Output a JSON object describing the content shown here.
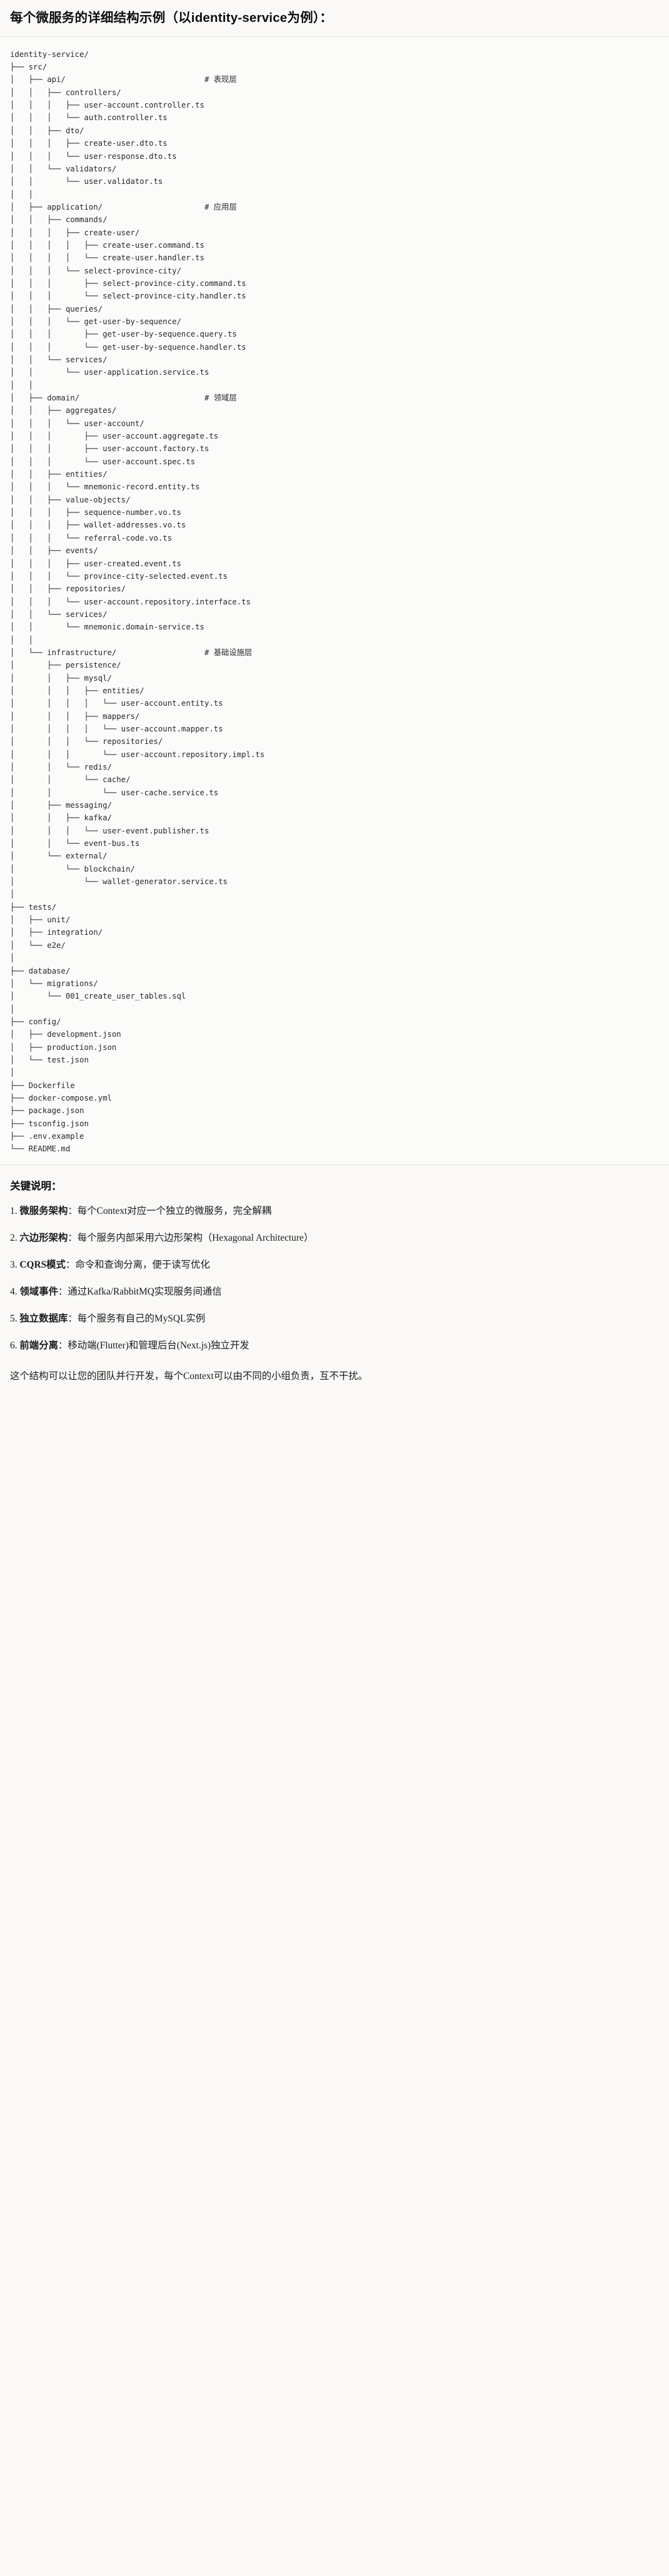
{
  "header": {
    "title": "每个微服务的详细结构示例（以identity-service为例）："
  },
  "tree": {
    "root": "identity-service/",
    "text": "identity-service/\n├── src/\n│   ├── api/                              # 表现层\n│   │   ├── controllers/\n│   │   │   ├── user-account.controller.ts\n│   │   │   └── auth.controller.ts\n│   │   ├── dto/\n│   │   │   ├── create-user.dto.ts\n│   │   │   └── user-response.dto.ts\n│   │   └── validators/\n│   │       └── user.validator.ts\n│   │\n│   ├── application/                      # 应用层\n│   │   ├── commands/\n│   │   │   ├── create-user/\n│   │   │   │   ├── create-user.command.ts\n│   │   │   │   └── create-user.handler.ts\n│   │   │   └── select-province-city/\n│   │   │       ├── select-province-city.command.ts\n│   │   │       └── select-province-city.handler.ts\n│   │   ├── queries/\n│   │   │   └── get-user-by-sequence/\n│   │   │       ├── get-user-by-sequence.query.ts\n│   │   │       └── get-user-by-sequence.handler.ts\n│   │   └── services/\n│   │       └── user-application.service.ts\n│   │\n│   ├── domain/                           # 领域层\n│   │   ├── aggregates/\n│   │   │   └── user-account/\n│   │   │       ├── user-account.aggregate.ts\n│   │   │       ├── user-account.factory.ts\n│   │   │       └── user-account.spec.ts\n│   │   ├── entities/\n│   │   │   └── mnemonic-record.entity.ts\n│   │   ├── value-objects/\n│   │   │   ├── sequence-number.vo.ts\n│   │   │   ├── wallet-addresses.vo.ts\n│   │   │   └── referral-code.vo.ts\n│   │   ├── events/\n│   │   │   ├── user-created.event.ts\n│   │   │   └── province-city-selected.event.ts\n│   │   ├── repositories/\n│   │   │   └── user-account.repository.interface.ts\n│   │   └── services/\n│   │       └── mnemonic.domain-service.ts\n│   │\n│   └── infrastructure/                   # 基础设施层\n│       ├── persistence/\n│       │   ├── mysql/\n│       │   │   ├── entities/\n│       │   │   │   └── user-account.entity.ts\n│       │   │   ├── mappers/\n│       │   │   │   └── user-account.mapper.ts\n│       │   │   └── repositories/\n│       │   │       └── user-account.repository.impl.ts\n│       │   └── redis/\n│       │       └── cache/\n│       │           └── user-cache.service.ts\n│       ├── messaging/\n│       │   ├── kafka/\n│       │   │   └── user-event.publisher.ts\n│       │   └── event-bus.ts\n│       └── external/\n│           └── blockchain/\n│               └── wallet-generator.service.ts\n│\n├── tests/\n│   ├── unit/\n│   ├── integration/\n│   └── e2e/\n│\n├── database/\n│   └── migrations/\n│       └── 001_create_user_tables.sql\n│\n├── config/\n│   ├── development.json\n│   ├── production.json\n│   └── test.json\n│\n├── Dockerfile\n├── docker-compose.yml\n├── package.json\n├── tsconfig.json\n├── .env.example\n└── README.md",
    "layer_comments": [
      {
        "path": "api/",
        "comment": "# 表现层"
      },
      {
        "path": "application/",
        "comment": "# 应用层"
      },
      {
        "path": "domain/",
        "comment": "# 领域层"
      },
      {
        "path": "infrastructure/",
        "comment": "# 基础设施层"
      }
    ],
    "nodes": [
      "identity-service/",
      "src/",
      "api/",
      "controllers/",
      "user-account.controller.ts",
      "auth.controller.ts",
      "dto/",
      "create-user.dto.ts",
      "user-response.dto.ts",
      "validators/",
      "user.validator.ts",
      "application/",
      "commands/",
      "create-user/",
      "create-user.command.ts",
      "create-user.handler.ts",
      "select-province-city/",
      "select-province-city.command.ts",
      "select-province-city.handler.ts",
      "queries/",
      "get-user-by-sequence/",
      "get-user-by-sequence.query.ts",
      "get-user-by-sequence.handler.ts",
      "services/",
      "user-application.service.ts",
      "domain/",
      "aggregates/",
      "user-account/",
      "user-account.aggregate.ts",
      "user-account.factory.ts",
      "user-account.spec.ts",
      "entities/",
      "mnemonic-record.entity.ts",
      "value-objects/",
      "sequence-number.vo.ts",
      "wallet-addresses.vo.ts",
      "referral-code.vo.ts",
      "events/",
      "user-created.event.ts",
      "province-city-selected.event.ts",
      "repositories/",
      "user-account.repository.interface.ts",
      "services/",
      "mnemonic.domain-service.ts",
      "infrastructure/",
      "persistence/",
      "mysql/",
      "entities/",
      "user-account.entity.ts",
      "mappers/",
      "user-account.mapper.ts",
      "repositories/",
      "user-account.repository.impl.ts",
      "redis/",
      "cache/",
      "user-cache.service.ts",
      "messaging/",
      "kafka/",
      "user-event.publisher.ts",
      "event-bus.ts",
      "external/",
      "blockchain/",
      "wallet-generator.service.ts",
      "tests/",
      "unit/",
      "integration/",
      "e2e/",
      "database/",
      "migrations/",
      "001_create_user_tables.sql",
      "config/",
      "development.json",
      "production.json",
      "test.json",
      "Dockerfile",
      "docker-compose.yml",
      "package.json",
      "tsconfig.json",
      ".env.example",
      "README.md"
    ]
  },
  "notes": {
    "heading": "关键说明：",
    "items": [
      {
        "num": "1.",
        "term": "微服务架构",
        "sep": "：",
        "body": "每个Context对应一个独立的微服务，完全解耦"
      },
      {
        "num": "2.",
        "term": "六边形架构",
        "sep": "：",
        "body": "每个服务内部采用六边形架构（Hexagonal Architecture）"
      },
      {
        "num": "3.",
        "term": "CQRS模式",
        "sep": "：",
        "body": "命令和查询分离，便于读写优化"
      },
      {
        "num": "4.",
        "term": "领域事件",
        "sep": "：",
        "body": "通过Kafka/RabbitMQ实现服务间通信"
      },
      {
        "num": "5.",
        "term": "独立数据库",
        "sep": "：",
        "body": "每个服务有自己的MySQL实例"
      },
      {
        "num": "6.",
        "term": "前端分离",
        "sep": "：",
        "body": "移动端(Flutter)和管理后台(Next.js)独立开发"
      }
    ],
    "closing": "这个结构可以让您的团队并行开发，每个Context可以由不同的小组负责，互不干扰。"
  },
  "colors": {
    "page_bg": "#faf9f7",
    "tree_bg": "#fbfbfa",
    "text": "#1a1a1a",
    "tree_text": "#24292e",
    "rule": "#e6e3de"
  }
}
